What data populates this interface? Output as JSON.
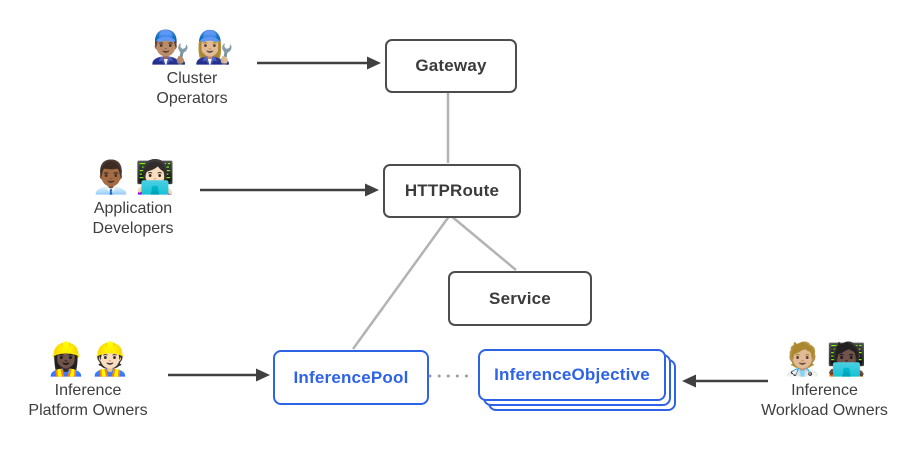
{
  "colors": {
    "blue": "#2e63e6",
    "dark_border": "#4d4d4d",
    "text_dark": "#3b3b3b",
    "label_gray": "#3e3e3e",
    "connector_gray": "#b3b3b3",
    "arrow_dark": "#404040",
    "dotted_gray": "#9e9e9e",
    "background": "#ffffff"
  },
  "personas": {
    "cluster_operators": {
      "icons": [
        "👨🏽‍🔧",
        "👩🏼‍🔧"
      ],
      "line1": "Cluster",
      "line2": "Operators"
    },
    "application_developers": {
      "icons": [
        "👨🏾‍💼",
        "👩🏻‍💻"
      ],
      "line1": "Application",
      "line2": "Developers"
    },
    "inference_platform_owners": {
      "icons": [
        "👷🏿‍♀️",
        "👷🏻"
      ],
      "line1": "Inference",
      "line2": "Platform Owners"
    },
    "inference_workload_owners": {
      "icons": [
        "🧑🏼‍⚕️",
        "🧑🏿‍💻"
      ],
      "line1": "Inference",
      "line2": "Workload Owners"
    }
  },
  "nodes": {
    "gateway": {
      "label": "Gateway"
    },
    "httproute": {
      "label": "HTTPRoute"
    },
    "service": {
      "label": "Service"
    },
    "inference_pool": {
      "label": "InferencePool"
    },
    "inference_objective": {
      "label": "InferenceObjective"
    }
  }
}
